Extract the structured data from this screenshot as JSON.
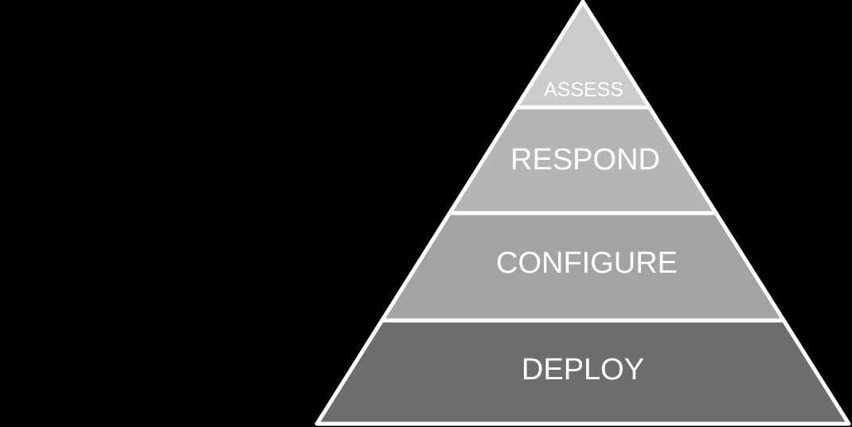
{
  "background_color": "#000000",
  "pyramid": {
    "outline_color": "#ffffff",
    "label_color": "#ffffff",
    "levels": [
      {
        "label": "ASSESS",
        "color": "#cbcbcb"
      },
      {
        "label": "RESPOND",
        "color": "#b5b5b5"
      },
      {
        "label": "CONFIGURE",
        "color": "#a3a3a3"
      },
      {
        "label": "DEPLOY",
        "color": "#6e6e6e"
      }
    ]
  }
}
